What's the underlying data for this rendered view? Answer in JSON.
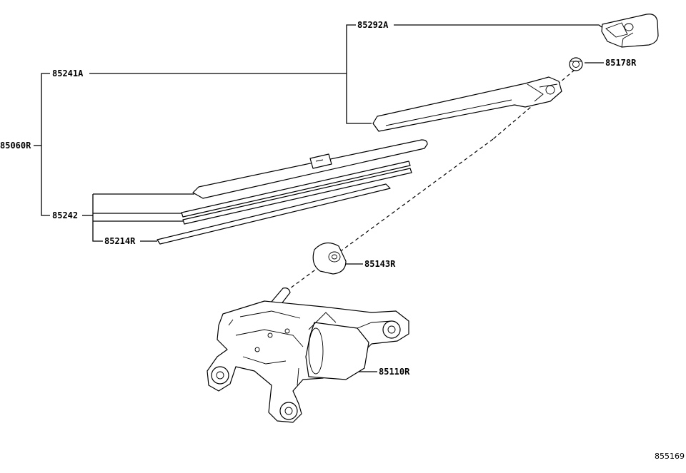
{
  "parts": {
    "arm_cover": "85292A",
    "arm": "85241A",
    "arm_nut": "85178R",
    "wiper_assembly": "85060R",
    "blade": "85242",
    "rubber": "85214R",
    "cap": "85143R",
    "motor": "85110R"
  },
  "diagram_ref": "855169"
}
